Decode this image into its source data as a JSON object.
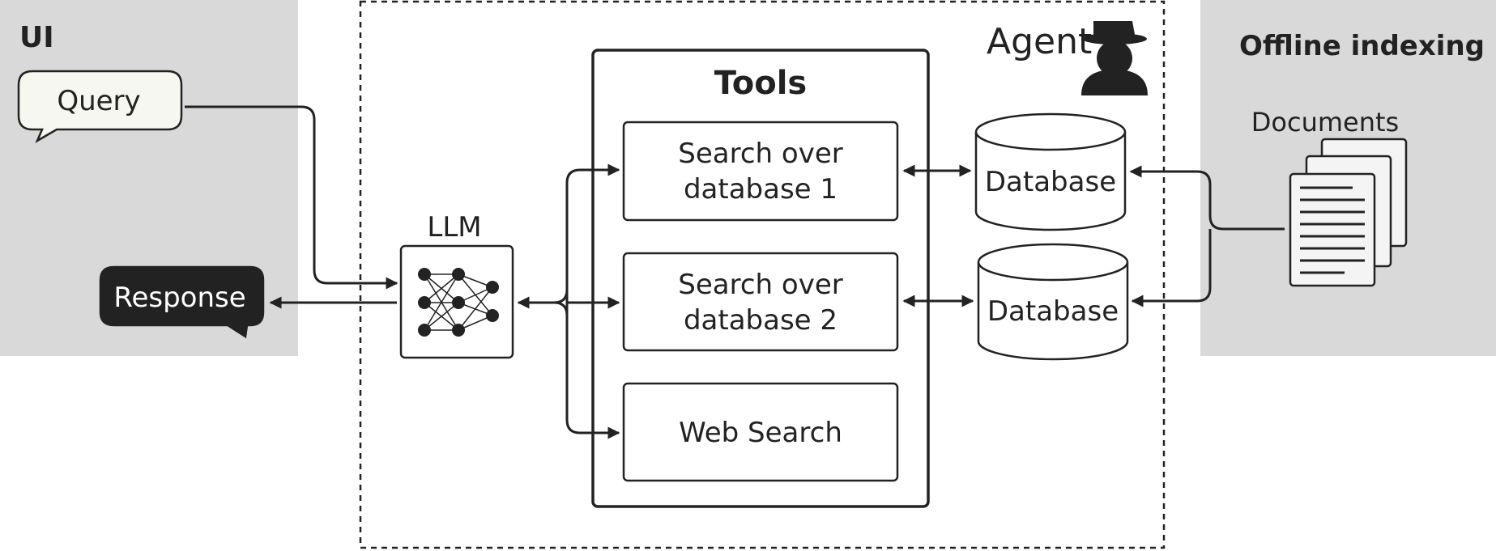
{
  "ui_panel": {
    "title": "UI",
    "query_label": "Query",
    "response_label": "Response"
  },
  "agent": {
    "label": "Agent",
    "icon": "spy-agent-icon"
  },
  "llm": {
    "label": "LLM",
    "icon": "neural-network-icon"
  },
  "tools": {
    "title": "Tools",
    "items": [
      {
        "line1": "Search over",
        "line2": "database 1"
      },
      {
        "line1": "Search over",
        "line2": "database 2"
      },
      {
        "line1": "Web Search"
      }
    ]
  },
  "databases": [
    {
      "label": "Database"
    },
    {
      "label": "Database"
    }
  ],
  "offline": {
    "title": "Offline indexing",
    "documents_label": "Documents",
    "icon": "documents-stack-icon"
  },
  "colors": {
    "panel_bg": "#d9d9d9",
    "ink": "#222222",
    "bubble_fill": "#f7f7f2",
    "response_fill": "#222222"
  }
}
